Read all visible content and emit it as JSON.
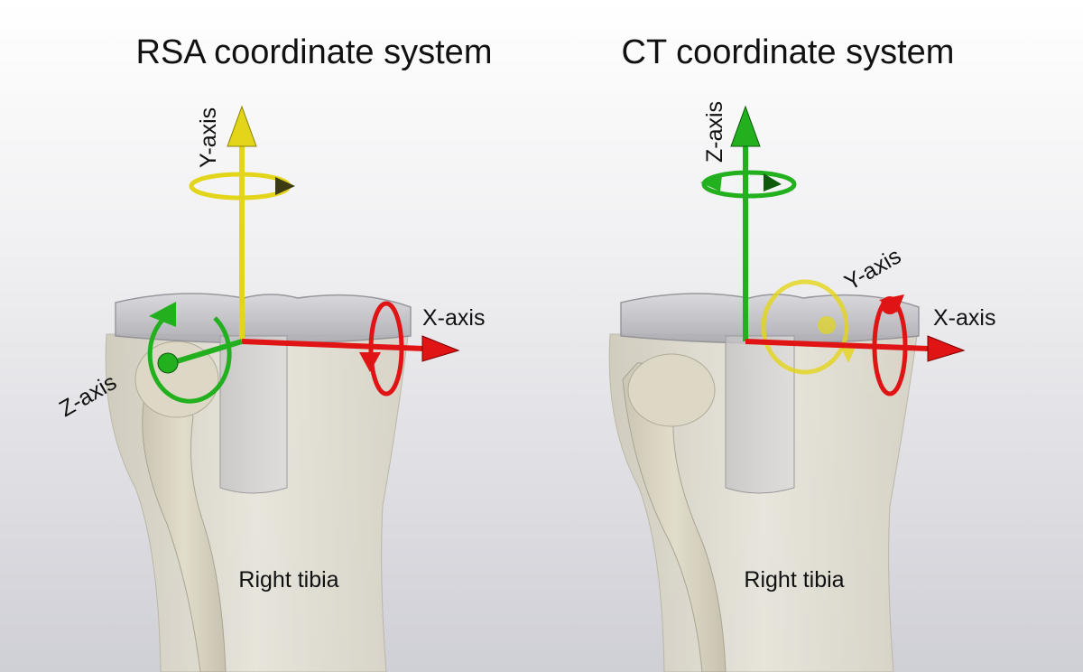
{
  "panels": [
    {
      "title": "RSA coordinate system",
      "bone_label": "Right tibia",
      "axes": [
        {
          "name": "Y-axis",
          "color": "#e3d51a"
        },
        {
          "name": "X-axis",
          "color": "#e01414"
        },
        {
          "name": "Z-axis",
          "color": "#22b01e"
        }
      ]
    },
    {
      "title": "CT coordinate system",
      "bone_label": "Right tibia",
      "axes": [
        {
          "name": "Z-axis",
          "color": "#22b01e"
        },
        {
          "name": "Y-axis",
          "color": "#e3d51a"
        },
        {
          "name": "X-axis",
          "color": "#e01414"
        }
      ]
    }
  ]
}
